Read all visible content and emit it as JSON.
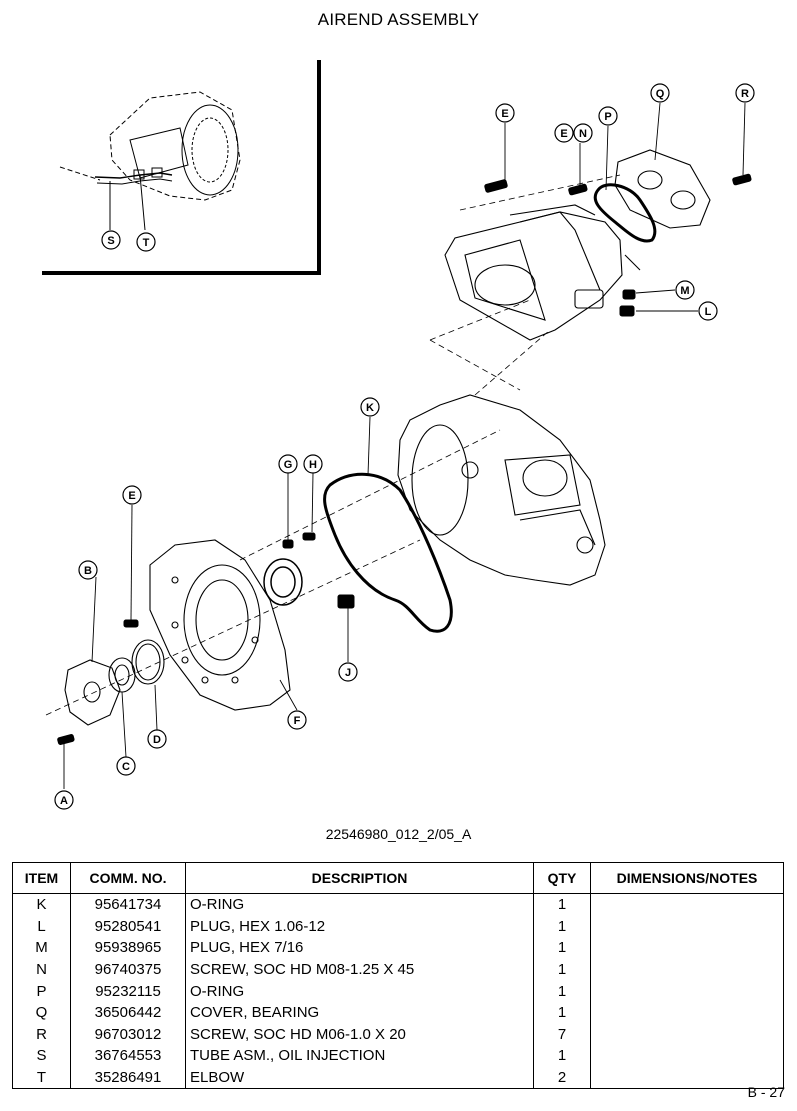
{
  "title": "AIREND ASSEMBLY",
  "drawing_number": "22546980_012_2/05_A",
  "callouts": [
    "A",
    "B",
    "C",
    "D",
    "E",
    "E",
    "F",
    "G",
    "H",
    "J",
    "K",
    "L",
    "M",
    "N",
    "P",
    "Q",
    "R",
    "S",
    "T"
  ],
  "table": {
    "headers": {
      "item": "ITEM",
      "comm_no": "COMM. NO.",
      "description": "DESCRIPTION",
      "qty": "QTY",
      "notes": "DIMENSIONS/NOTES"
    },
    "rows": [
      {
        "item": "K",
        "comm_no": "95641734",
        "description": "O-RING",
        "qty": "1",
        "notes": ""
      },
      {
        "item": "L",
        "comm_no": "95280541",
        "description": "PLUG, HEX 1.06-12",
        "qty": "1",
        "notes": ""
      },
      {
        "item": "M",
        "comm_no": "95938965",
        "description": "PLUG, HEX 7/16",
        "qty": "1",
        "notes": ""
      },
      {
        "item": "N",
        "comm_no": "96740375",
        "description": "SCREW, SOC HD M08-1.25 X 45",
        "qty": "1",
        "notes": ""
      },
      {
        "item": "P",
        "comm_no": "95232115",
        "description": "O-RING",
        "qty": "1",
        "notes": ""
      },
      {
        "item": "Q",
        "comm_no": "36506442",
        "description": "COVER, BEARING",
        "qty": "1",
        "notes": ""
      },
      {
        "item": "R",
        "comm_no": "96703012",
        "description": "SCREW, SOC HD M06-1.0 X 20",
        "qty": "7",
        "notes": ""
      },
      {
        "item": "S",
        "comm_no": "36764553",
        "description": "TUBE ASM., OIL INJECTION",
        "qty": "1",
        "notes": ""
      },
      {
        "item": "T",
        "comm_no": "35286491",
        "description": "ELBOW",
        "qty": "2",
        "notes": ""
      }
    ]
  },
  "page_number": "B - 27"
}
